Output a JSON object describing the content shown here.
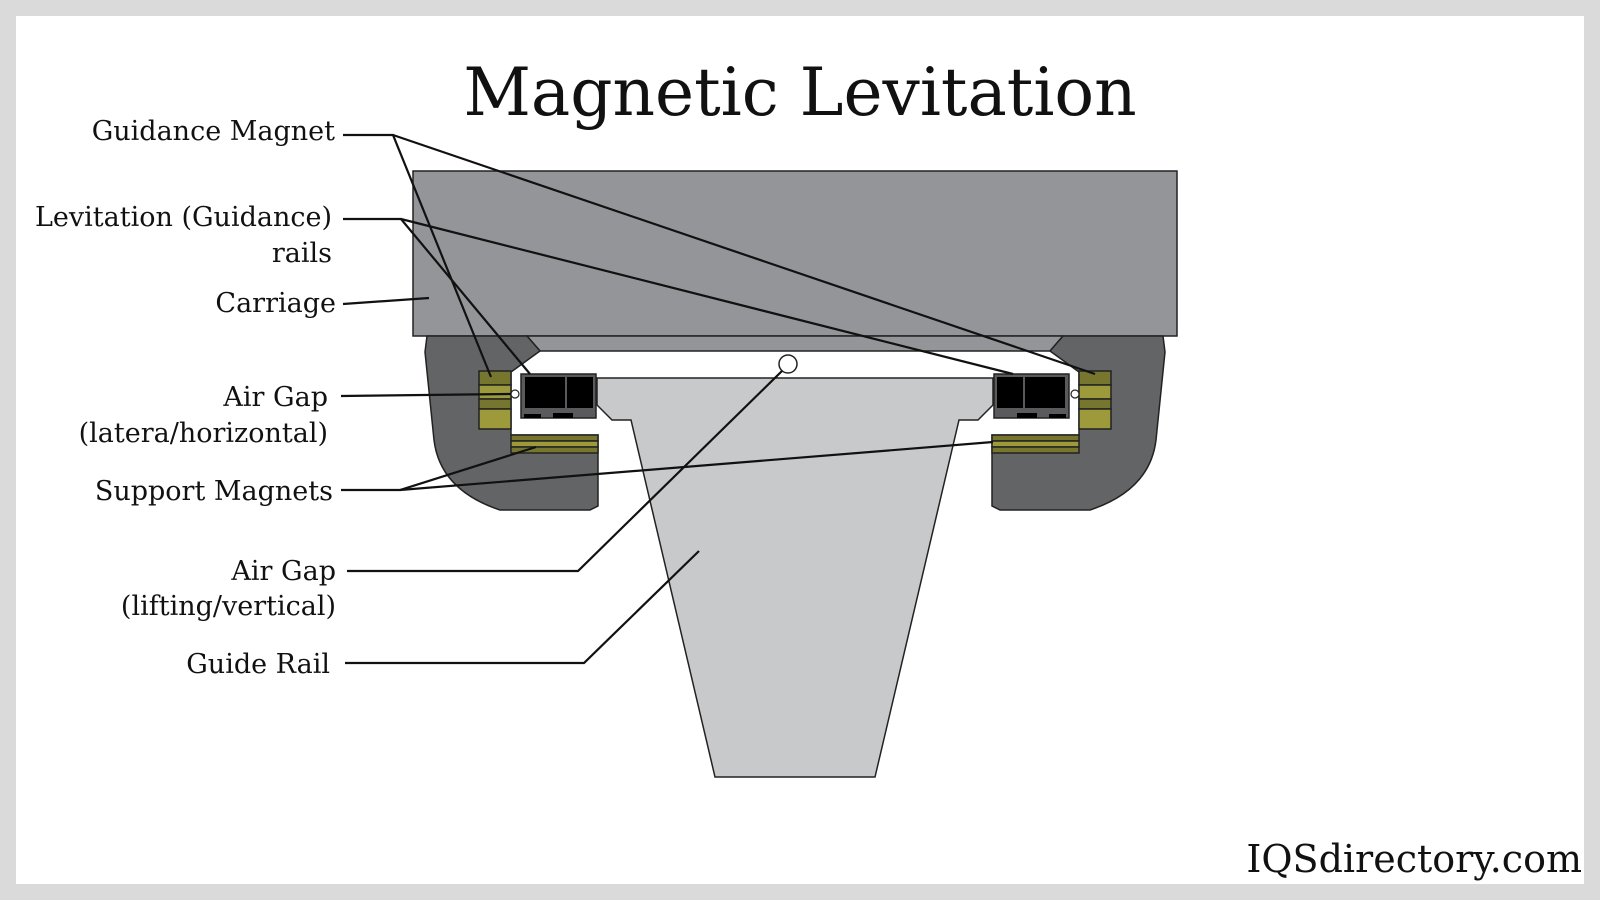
{
  "title": "Magnetic Levitation",
  "labels": {
    "guidance_magnet": "Guidance Magnet",
    "levitation_line1": "Levitation (Guidance)",
    "levitation_line2": "rails",
    "carriage": "Carriage",
    "air_gap_lateral_line1": "Air Gap",
    "air_gap_lateral_line2": "(latera/horizontal)",
    "support_magnets": "Support Magnets",
    "air_gap_vertical_line1": "Air Gap",
    "air_gap_vertical_line2": "(lifting/vertical)",
    "guide_rail": "Guide Rail"
  },
  "watermark": "IQSdirectory.com",
  "colors": {
    "carriage": "#939598",
    "housing": "#636466",
    "rail": "#c8c9cb",
    "magnet_light": "#9c9a3a",
    "magnet_dark": "#77762f",
    "frame": "#dadada"
  }
}
